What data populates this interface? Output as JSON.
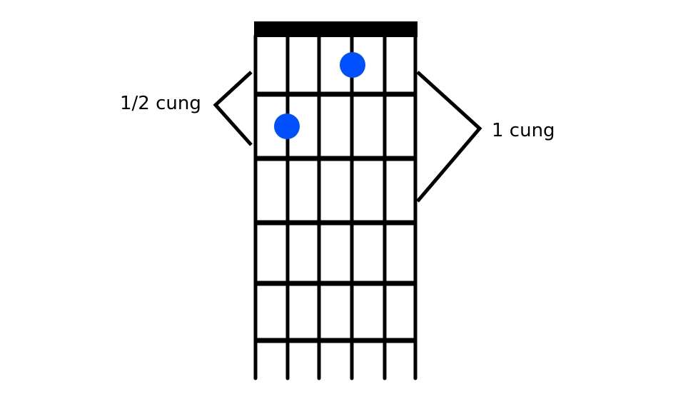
{
  "diagram": {
    "type": "guitar-fretboard",
    "labels": {
      "left": "1/2 cung",
      "right": "1 cung"
    },
    "colors": {
      "line": "#000000",
      "dot": "#0050ff",
      "background": "#ffffff"
    },
    "strings": 6,
    "frets": 5,
    "dots": [
      {
        "string": 4,
        "fret": 1
      },
      {
        "string": 2,
        "fret": 2
      }
    ]
  }
}
